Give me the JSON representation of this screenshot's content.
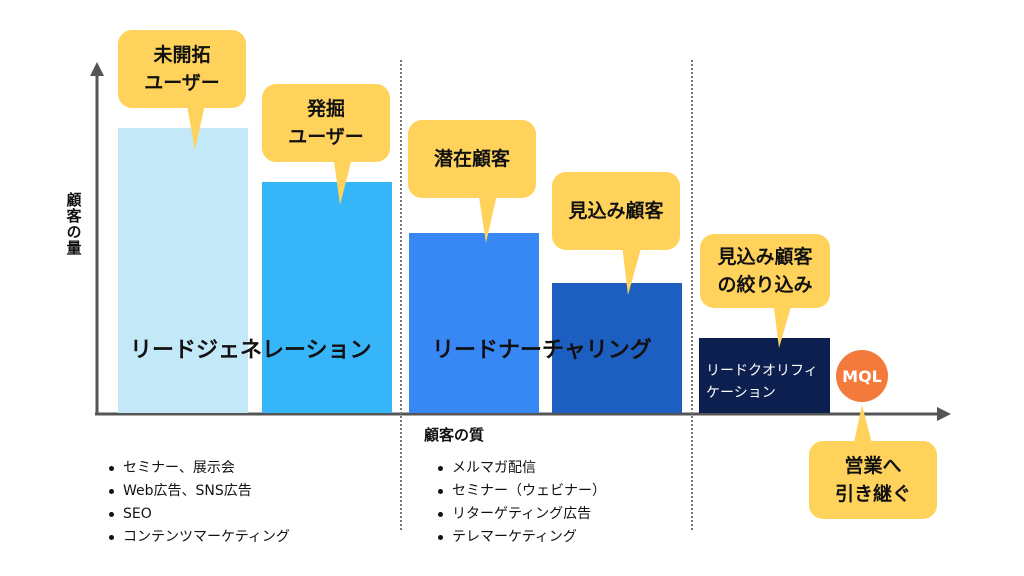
{
  "axes": {
    "y_label": "顧客の量",
    "x_label": "顧客の質"
  },
  "bars": [
    {
      "label": "未開拓\nユーザー",
      "color": "#c3e9f8"
    },
    {
      "label": "発掘\nユーザー",
      "color": "#36b6f8"
    },
    {
      "label": "潜在顧客",
      "color": "#3788f4"
    },
    {
      "label": "見込み顧客",
      "color": "#1d5fc0"
    },
    {
      "label": "見込み顧客\nの絞り込み",
      "color": "#0d1f4f"
    }
  ],
  "bubbles": {
    "b1": [
      "未開拓",
      "ユーザー"
    ],
    "b2": [
      "発掘",
      "ユーザー"
    ],
    "b3": [
      "潜在顧客"
    ],
    "b4": [
      "見込み顧客"
    ],
    "b5": [
      "見込み顧客",
      "の絞り込み"
    ],
    "b6": [
      "営業へ",
      "引き継ぐ"
    ]
  },
  "phases": {
    "lead_generation": "リードジェネレーション",
    "lead_nurturing": "リードナーチャリング",
    "lead_qualification_line1": "リードクオリフィ",
    "lead_qualification_line2": "ケーション"
  },
  "mql": "MQL",
  "lists": {
    "generation": [
      "セミナー、展示会",
      "Web広告、SNS広告",
      "SEO",
      "コンテンツマーケティング"
    ],
    "nurturing": [
      "メルマガ配信",
      "セミナー（ウェビナー）",
      "リターゲティング広告",
      "テレマーケティング"
    ]
  },
  "colors": {
    "bubble": "#ffd35b",
    "axis": "#555555",
    "mql": "#f37a3a"
  }
}
